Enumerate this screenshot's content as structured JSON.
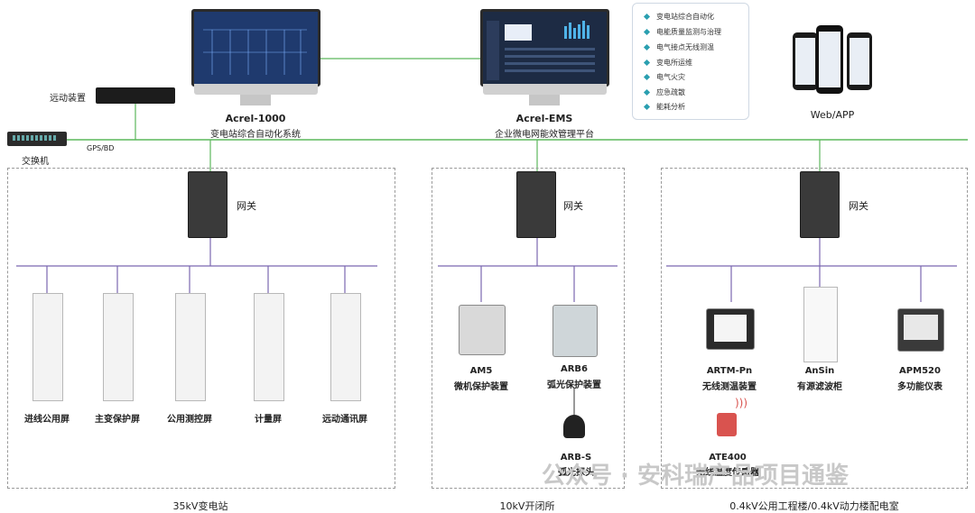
{
  "top": {
    "remote_device": "远动装置",
    "switch": "交换机",
    "gps": "GPS/BD",
    "acrel1000_name": "Acrel-1000",
    "acrel1000_desc": "变电站综合自动化系统",
    "ems_name": "Acrel-EMS",
    "ems_desc": "企业微电网能效管理平台",
    "web_app": "Web/APP"
  },
  "features": [
    "变电站综合自动化",
    "电能质量监测与治理",
    "电气接点无线测温",
    "变电所运维",
    "电气火灾",
    "应急疏散",
    "能耗分析"
  ],
  "gateway_label": "网关",
  "zone1": {
    "title": "35kV变电站",
    "cabinets": [
      "进线公用屏",
      "主变保护屏",
      "公用测控屏",
      "计量屏",
      "远动通讯屏"
    ]
  },
  "zone2": {
    "title": "10kV开闭所",
    "devices": [
      {
        "name": "AM5",
        "desc": "微机保护装置"
      },
      {
        "name": "ARB6",
        "desc": "弧光保护装置"
      }
    ],
    "probe": {
      "name": "ARB-S",
      "desc": "弧光探头"
    }
  },
  "zone3": {
    "title": "0.4kV公用工程楼/0.4kV动力楼配电室",
    "devices": [
      {
        "name": "ARTM-Pn",
        "desc": "无线测温装置"
      },
      {
        "name": "AnSin",
        "desc": "有源滤波柜"
      },
      {
        "name": "APM520",
        "desc": "多功能仪表"
      }
    ],
    "sensor": {
      "name": "ATE400",
      "desc": "无线温度传感器"
    }
  },
  "watermark": "公众号 · 安科瑞产品项目通鉴",
  "colors": {
    "ethernet": "#5cb85c",
    "bus": "#7b68b0",
    "screen": "#1f3a6e",
    "accent": "#2a9fb0"
  }
}
